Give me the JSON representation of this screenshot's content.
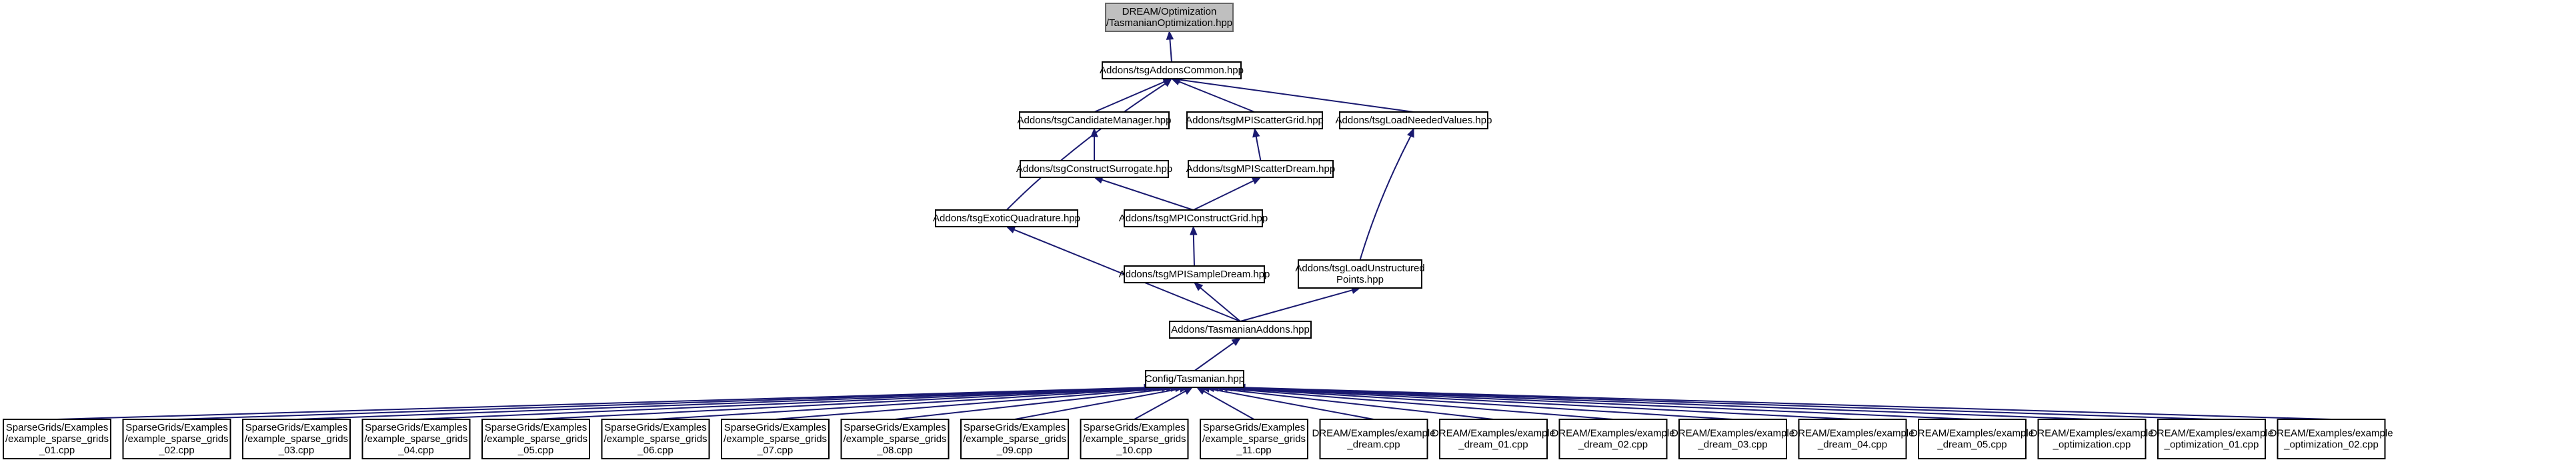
{
  "colors": {
    "edge": "#191970",
    "node_fill": "#ffffff",
    "root_fill": "#bfbfbf",
    "root_stroke": "#666666",
    "node_stroke": "#000000"
  },
  "nodes": [
    {
      "id": "opt",
      "lines": [
        "DREAM/Optimization",
        "/TasmanianOptimization.hpp"
      ],
      "root": true
    },
    {
      "id": "common",
      "lines": [
        "Addons/tsgAddonsCommon.hpp"
      ]
    },
    {
      "id": "cand",
      "lines": [
        "Addons/tsgCandidateManager.hpp"
      ]
    },
    {
      "id": "scat",
      "lines": [
        "Addons/tsgMPIScatterGrid.hpp"
      ]
    },
    {
      "id": "loadn",
      "lines": [
        "Addons/tsgLoadNeededValues.hpp"
      ]
    },
    {
      "id": "cons",
      "lines": [
        "Addons/tsgConstructSurrogate.hpp"
      ]
    },
    {
      "id": "scatd",
      "lines": [
        "Addons/tsgMPIScatterDream.hpp"
      ]
    },
    {
      "id": "exot",
      "lines": [
        "Addons/tsgExoticQuadrature.hpp"
      ]
    },
    {
      "id": "mpic",
      "lines": [
        "Addons/tsgMPIConstructGrid.hpp"
      ]
    },
    {
      "id": "samp",
      "lines": [
        "Addons/tsgMPISampleDream.hpp"
      ]
    },
    {
      "id": "lunst",
      "lines": [
        "Addons/tsgLoadUnstructured",
        "Points.hpp"
      ]
    },
    {
      "id": "tasad",
      "lines": [
        "Addons/TasmanianAddons.hpp"
      ]
    },
    {
      "id": "tasm",
      "lines": [
        "Config/Tasmanian.hpp"
      ]
    },
    {
      "id": "sg01",
      "lines": [
        "SparseGrids/Examples",
        "/example_sparse_grids",
        "_01.cpp"
      ]
    },
    {
      "id": "sg02",
      "lines": [
        "SparseGrids/Examples",
        "/example_sparse_grids",
        "_02.cpp"
      ]
    },
    {
      "id": "sg03",
      "lines": [
        "SparseGrids/Examples",
        "/example_sparse_grids",
        "_03.cpp"
      ]
    },
    {
      "id": "sg04",
      "lines": [
        "SparseGrids/Examples",
        "/example_sparse_grids",
        "_04.cpp"
      ]
    },
    {
      "id": "sg05",
      "lines": [
        "SparseGrids/Examples",
        "/example_sparse_grids",
        "_05.cpp"
      ]
    },
    {
      "id": "sg06",
      "lines": [
        "SparseGrids/Examples",
        "/example_sparse_grids",
        "_06.cpp"
      ]
    },
    {
      "id": "sg07",
      "lines": [
        "SparseGrids/Examples",
        "/example_sparse_grids",
        "_07.cpp"
      ]
    },
    {
      "id": "sg08",
      "lines": [
        "SparseGrids/Examples",
        "/example_sparse_grids",
        "_08.cpp"
      ]
    },
    {
      "id": "sg09",
      "lines": [
        "SparseGrids/Examples",
        "/example_sparse_grids",
        "_09.cpp"
      ]
    },
    {
      "id": "sg10",
      "lines": [
        "SparseGrids/Examples",
        "/example_sparse_grids",
        "_10.cpp"
      ]
    },
    {
      "id": "sg11",
      "lines": [
        "SparseGrids/Examples",
        "/example_sparse_grids",
        "_11.cpp"
      ]
    },
    {
      "id": "dr",
      "lines": [
        "DREAM/Examples/example",
        "_dream.cpp"
      ]
    },
    {
      "id": "dr01",
      "lines": [
        "DREAM/Examples/example",
        "_dream_01.cpp"
      ]
    },
    {
      "id": "dr02",
      "lines": [
        "DREAM/Examples/example",
        "_dream_02.cpp"
      ]
    },
    {
      "id": "dr03",
      "lines": [
        "DREAM/Examples/example",
        "_dream_03.cpp"
      ]
    },
    {
      "id": "dr04",
      "lines": [
        "DREAM/Examples/example",
        "_dream_04.cpp"
      ]
    },
    {
      "id": "dr05",
      "lines": [
        "DREAM/Examples/example",
        "_dream_05.cpp"
      ]
    },
    {
      "id": "op",
      "lines": [
        "DREAM/Examples/example",
        "_optimization.cpp"
      ]
    },
    {
      "id": "op01",
      "lines": [
        "DREAM/Examples/example",
        "_optimization_01.cpp"
      ]
    },
    {
      "id": "op02",
      "lines": [
        "DREAM/Examples/example",
        "_optimization_02.cpp"
      ]
    }
  ],
  "edges": [
    [
      "common",
      "opt"
    ],
    [
      "cand",
      "common"
    ],
    [
      "scat",
      "common"
    ],
    [
      "loadn",
      "common"
    ],
    [
      "exot",
      "common"
    ],
    [
      "cons",
      "cand"
    ],
    [
      "scatd",
      "scat"
    ],
    [
      "mpic",
      "cons"
    ],
    [
      "mpic",
      "scatd"
    ],
    [
      "samp",
      "mpic"
    ],
    [
      "lunst",
      "loadn"
    ],
    [
      "tasad",
      "exot"
    ],
    [
      "tasad",
      "samp"
    ],
    [
      "tasad",
      "lunst"
    ],
    [
      "tasm",
      "tasad"
    ],
    [
      "sg01",
      "tasm"
    ],
    [
      "sg02",
      "tasm"
    ],
    [
      "sg03",
      "tasm"
    ],
    [
      "sg04",
      "tasm"
    ],
    [
      "sg05",
      "tasm"
    ],
    [
      "sg06",
      "tasm"
    ],
    [
      "sg07",
      "tasm"
    ],
    [
      "sg08",
      "tasm"
    ],
    [
      "sg09",
      "tasm"
    ],
    [
      "sg10",
      "tasm"
    ],
    [
      "sg11",
      "tasm"
    ],
    [
      "dr",
      "tasm"
    ],
    [
      "dr01",
      "tasm"
    ],
    [
      "dr02",
      "tasm"
    ],
    [
      "dr03",
      "tasm"
    ],
    [
      "dr04",
      "tasm"
    ],
    [
      "dr05",
      "tasm"
    ],
    [
      "op",
      "tasm"
    ],
    [
      "op01",
      "tasm"
    ],
    [
      "op02",
      "tasm"
    ]
  ]
}
